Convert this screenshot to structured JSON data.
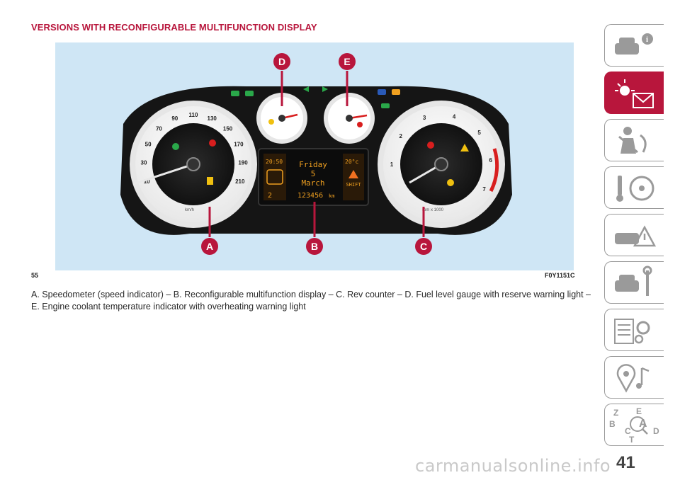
{
  "section_heading": "VERSIONS WITH RECONFIGURABLE MULTIFUNCTION DISPLAY",
  "figure": {
    "number": "55",
    "code": "F0Y1151C",
    "callouts": [
      "A",
      "B",
      "C",
      "D",
      "E"
    ],
    "speedometer": {
      "unit": "km/h",
      "ticks": [
        "10",
        "30",
        "50",
        "70",
        "90",
        "110",
        "130",
        "150",
        "170",
        "190",
        "210"
      ]
    },
    "rev_counter": {
      "unit": "rpm x 1000",
      "ticks": [
        "1",
        "2",
        "3",
        "4",
        "5",
        "6",
        "7"
      ]
    },
    "display": {
      "time": "20:50",
      "temp": "20°c",
      "day": "Friday",
      "date": "5",
      "month": "March",
      "odometer": "123456",
      "odo_unit": "km",
      "gear": "2",
      "shift": "SHIFT"
    }
  },
  "caption": "A. Speedometer (speed indicator) – B. Reconfigurable multifunction display – C. Rev counter – D. Fuel level gauge with reserve warning light – E. Engine coolant temperature indicator with overheating warning light",
  "side_tabs": [
    {
      "icon": "car-info-icon",
      "active": false
    },
    {
      "icon": "warning-lights-icon",
      "active": true
    },
    {
      "icon": "safety-seatbelt-icon",
      "active": false
    },
    {
      "icon": "steering-wheel-icon",
      "active": false
    },
    {
      "icon": "emergency-icon",
      "active": false
    },
    {
      "icon": "maintenance-icon",
      "active": false
    },
    {
      "icon": "technical-data-icon",
      "active": false
    },
    {
      "icon": "multimedia-icon",
      "active": false
    },
    {
      "icon": "index-icon",
      "active": false
    }
  ],
  "index_tab_letters": [
    "Z",
    "E",
    "A",
    "B",
    "D",
    "C",
    "T"
  ],
  "page_number": "41",
  "watermark": "carmanualsonline.info",
  "colors": {
    "accent": "#b8163c",
    "figure_bg": "#cfe6f5"
  }
}
